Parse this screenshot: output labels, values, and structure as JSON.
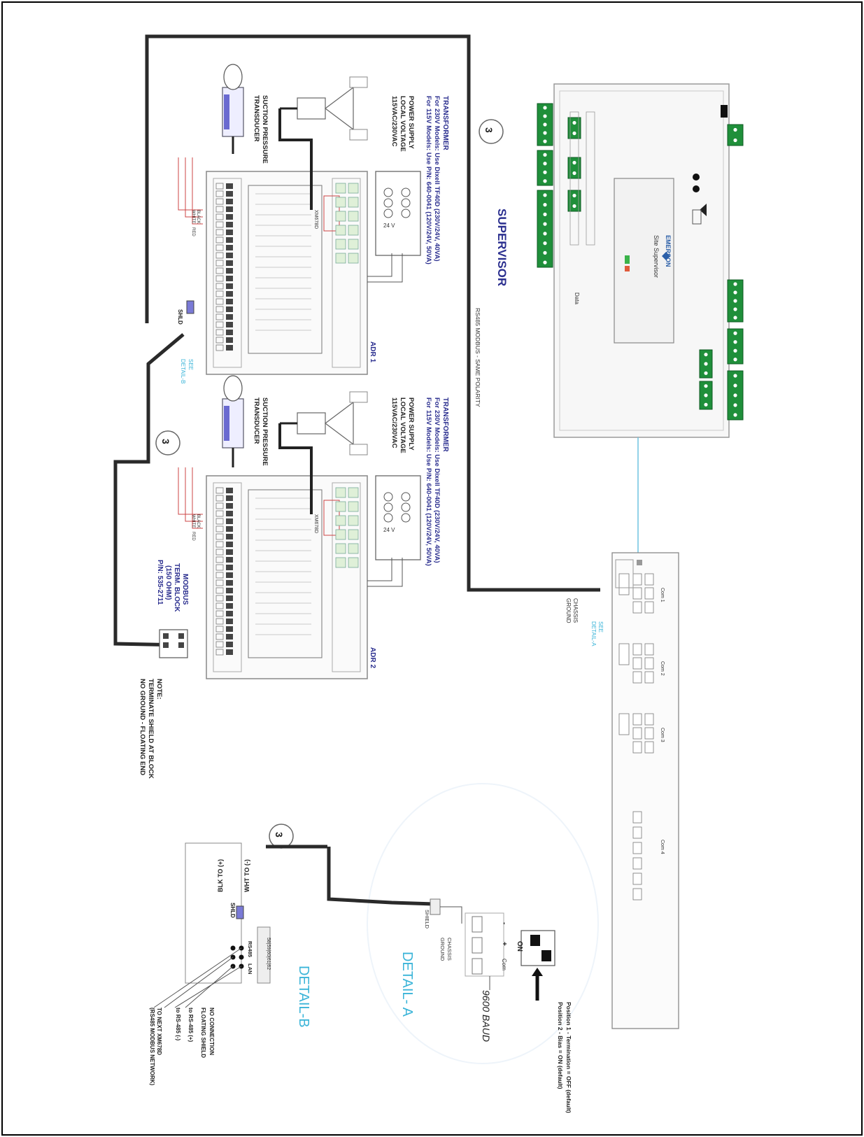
{
  "supervisor": {
    "title": "SUPERVISOR",
    "brand": "EMERSON",
    "product": "Site Supervisor",
    "bus_label": "RS485 MODBUS - SAME POLARITY"
  },
  "callout": "3",
  "adr1": {
    "label": "ADR 1",
    "transformer_title": "TRANSFORMER",
    "transformer_line1": "For 230V Models: Use Dixell TF40D (230V/24V, 40VA)",
    "transformer_line2": "For 115V Models: Use P/N: 640-0041 (120V/24V, 50VA)",
    "supply_line1": "POWER SUPPLY",
    "supply_line2": "LOCAL VOLTAGE",
    "supply_line3": "115VAC/230VAC",
    "sensor_line1": "SUCTION PRESSURE",
    "sensor_line2": "TRANSDUCER",
    "see_detail_line1": "SEE",
    "see_detail_line2": "DETAIL-B",
    "shield": "SHLD",
    "wire_black": "BLACK",
    "wire_white": "WHITE",
    "wire_red": "RED",
    "voltage": "24 V",
    "model": "XM678D"
  },
  "adr2": {
    "label": "ADR 2",
    "transformer_title": "TRANSFORMER",
    "transformer_line1": "For 230V Models: Use Dixell TF40D (230V/24V, 40VA)",
    "transformer_line2": "For 115V Models: Use P/N: 640-0041 (120V/24V, 50VA)",
    "supply_line1": "POWER SUPPLY",
    "supply_line2": "LOCAL VOLTAGE",
    "supply_line3": "115VAC/230VAC",
    "sensor_line1": "SUCTION PRESSURE",
    "sensor_line2": "TRANSDUCER",
    "wire_black": "BLACK",
    "wire_white": "WHITE",
    "wire_red": "RED",
    "voltage": "24 V",
    "model": "XM678D"
  },
  "modbus_block": {
    "line1": "MODBUS",
    "line2": "TERM. BLOCK",
    "line3": "(150 OHM)",
    "line4": "P/N: 535-2711"
  },
  "note": {
    "line1": "NOTE:",
    "line2": "TERMINATE SHIELD AT BLOCK",
    "line3": "NO GROUND - FLOATING END"
  },
  "chassis": {
    "line1": "CHASSIS",
    "line2": "GROUND",
    "see_line1": "SEE",
    "see_line2": "DETAIL-A"
  },
  "com_ports": {
    "com1": "Com 1",
    "com2": "Com 2",
    "com3": "Com 3",
    "com4": "Com 4"
  },
  "detail_a": {
    "title": "DETAIL- A",
    "baud": "9600 BAUD",
    "pos1": "Position 1 - Termination = OFF (default)",
    "pos2": "Position 2 - Bias = ON (default)",
    "on_label": "ON",
    "shield": "SHIELD",
    "chassis_line1": "CHASSIS",
    "chassis_line2": "GROUND",
    "com_label": "Com",
    "minus": "-",
    "plus": "+"
  },
  "detail_b": {
    "title": "DETAIL-B",
    "wht": "WHT TO (-)",
    "blk": "BLK TO (+)",
    "shld": "SHLD",
    "rs485": "RS485",
    "lan": "LAN",
    "term_header": "58|59|60|61|62",
    "no_connection": "NO CONNECTION",
    "floating_shield": "FLOATING SHIELD",
    "to_plus": "to RS-485 (+)",
    "to_minus": "to RS-485 (-)",
    "to_next_line1": "TO NEXT XM678D",
    "to_next_line2": "(RS485 MODBUS NETWORK)"
  }
}
